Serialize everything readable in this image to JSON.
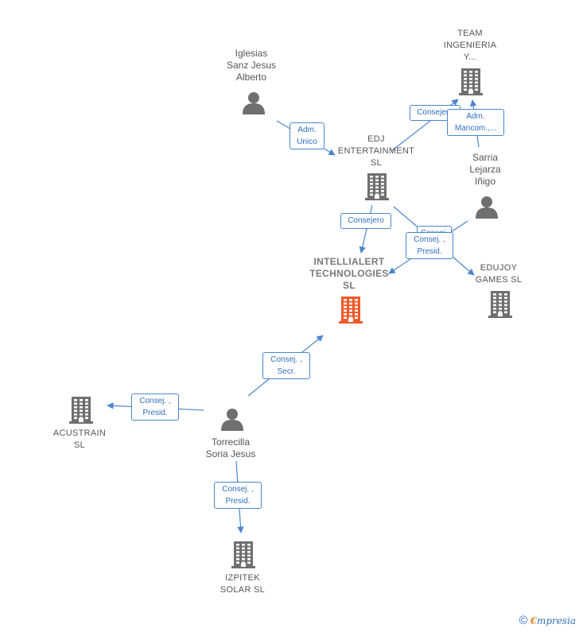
{
  "nodes": [
    {
      "id": "iglesias",
      "type": "person",
      "label": "Iglesias\nSanz Jesus\nAlberto"
    },
    {
      "id": "team",
      "type": "company",
      "label": "TEAM\nINGENIERIA\nY..."
    },
    {
      "id": "edj",
      "type": "company",
      "label": "EDJ\nENTERTAINMENT\nSL"
    },
    {
      "id": "sarria",
      "type": "person",
      "label": "Sarria\nLejarza\nIñigo"
    },
    {
      "id": "intellialert",
      "type": "company-main",
      "label": "INTELLIALERT\nTECHNOLOGIES\nSL"
    },
    {
      "id": "edujoy",
      "type": "company",
      "label": "EDUJOY\nGAMES SL"
    },
    {
      "id": "acustrain",
      "type": "company",
      "label": "ACUSTRAIN\nSL"
    },
    {
      "id": "torrecilla",
      "type": "person",
      "label": "Torrecilla\nSoria Jesus"
    },
    {
      "id": "izpitek",
      "type": "company",
      "label": "IZPITEK\nSOLAR SL"
    }
  ],
  "edges": [
    {
      "from": "iglesias",
      "to": "edj",
      "label": "Adm.\nUnico"
    },
    {
      "from": "edj",
      "to": "team",
      "label": "Consejero"
    },
    {
      "from": "sarria",
      "to": "team",
      "label": "Adm.\nMancom.,..."
    },
    {
      "from": "edj",
      "to": "intellialert",
      "label": "Consejero"
    },
    {
      "from": "edj",
      "to": "edujoy",
      "label": "Consej..."
    },
    {
      "from": "sarria",
      "to": "intellialert",
      "label": "Consej. ,\nPresid."
    },
    {
      "from": "torrecilla",
      "to": "intellialert",
      "label": "Consej. ,\nSecr."
    },
    {
      "from": "torrecilla",
      "to": "acustrain",
      "label": "Consej. ,\nPresid."
    },
    {
      "from": "torrecilla",
      "to": "izpitek",
      "label": "Consej. ,\nPresid."
    }
  ],
  "colors": {
    "edge": "#4a86d0",
    "icon": "#6f6f6f",
    "main_icon": "#f05a28"
  },
  "footer": {
    "copyright": "©",
    "brand_first": "€",
    "brand_rest": "mpresia"
  }
}
